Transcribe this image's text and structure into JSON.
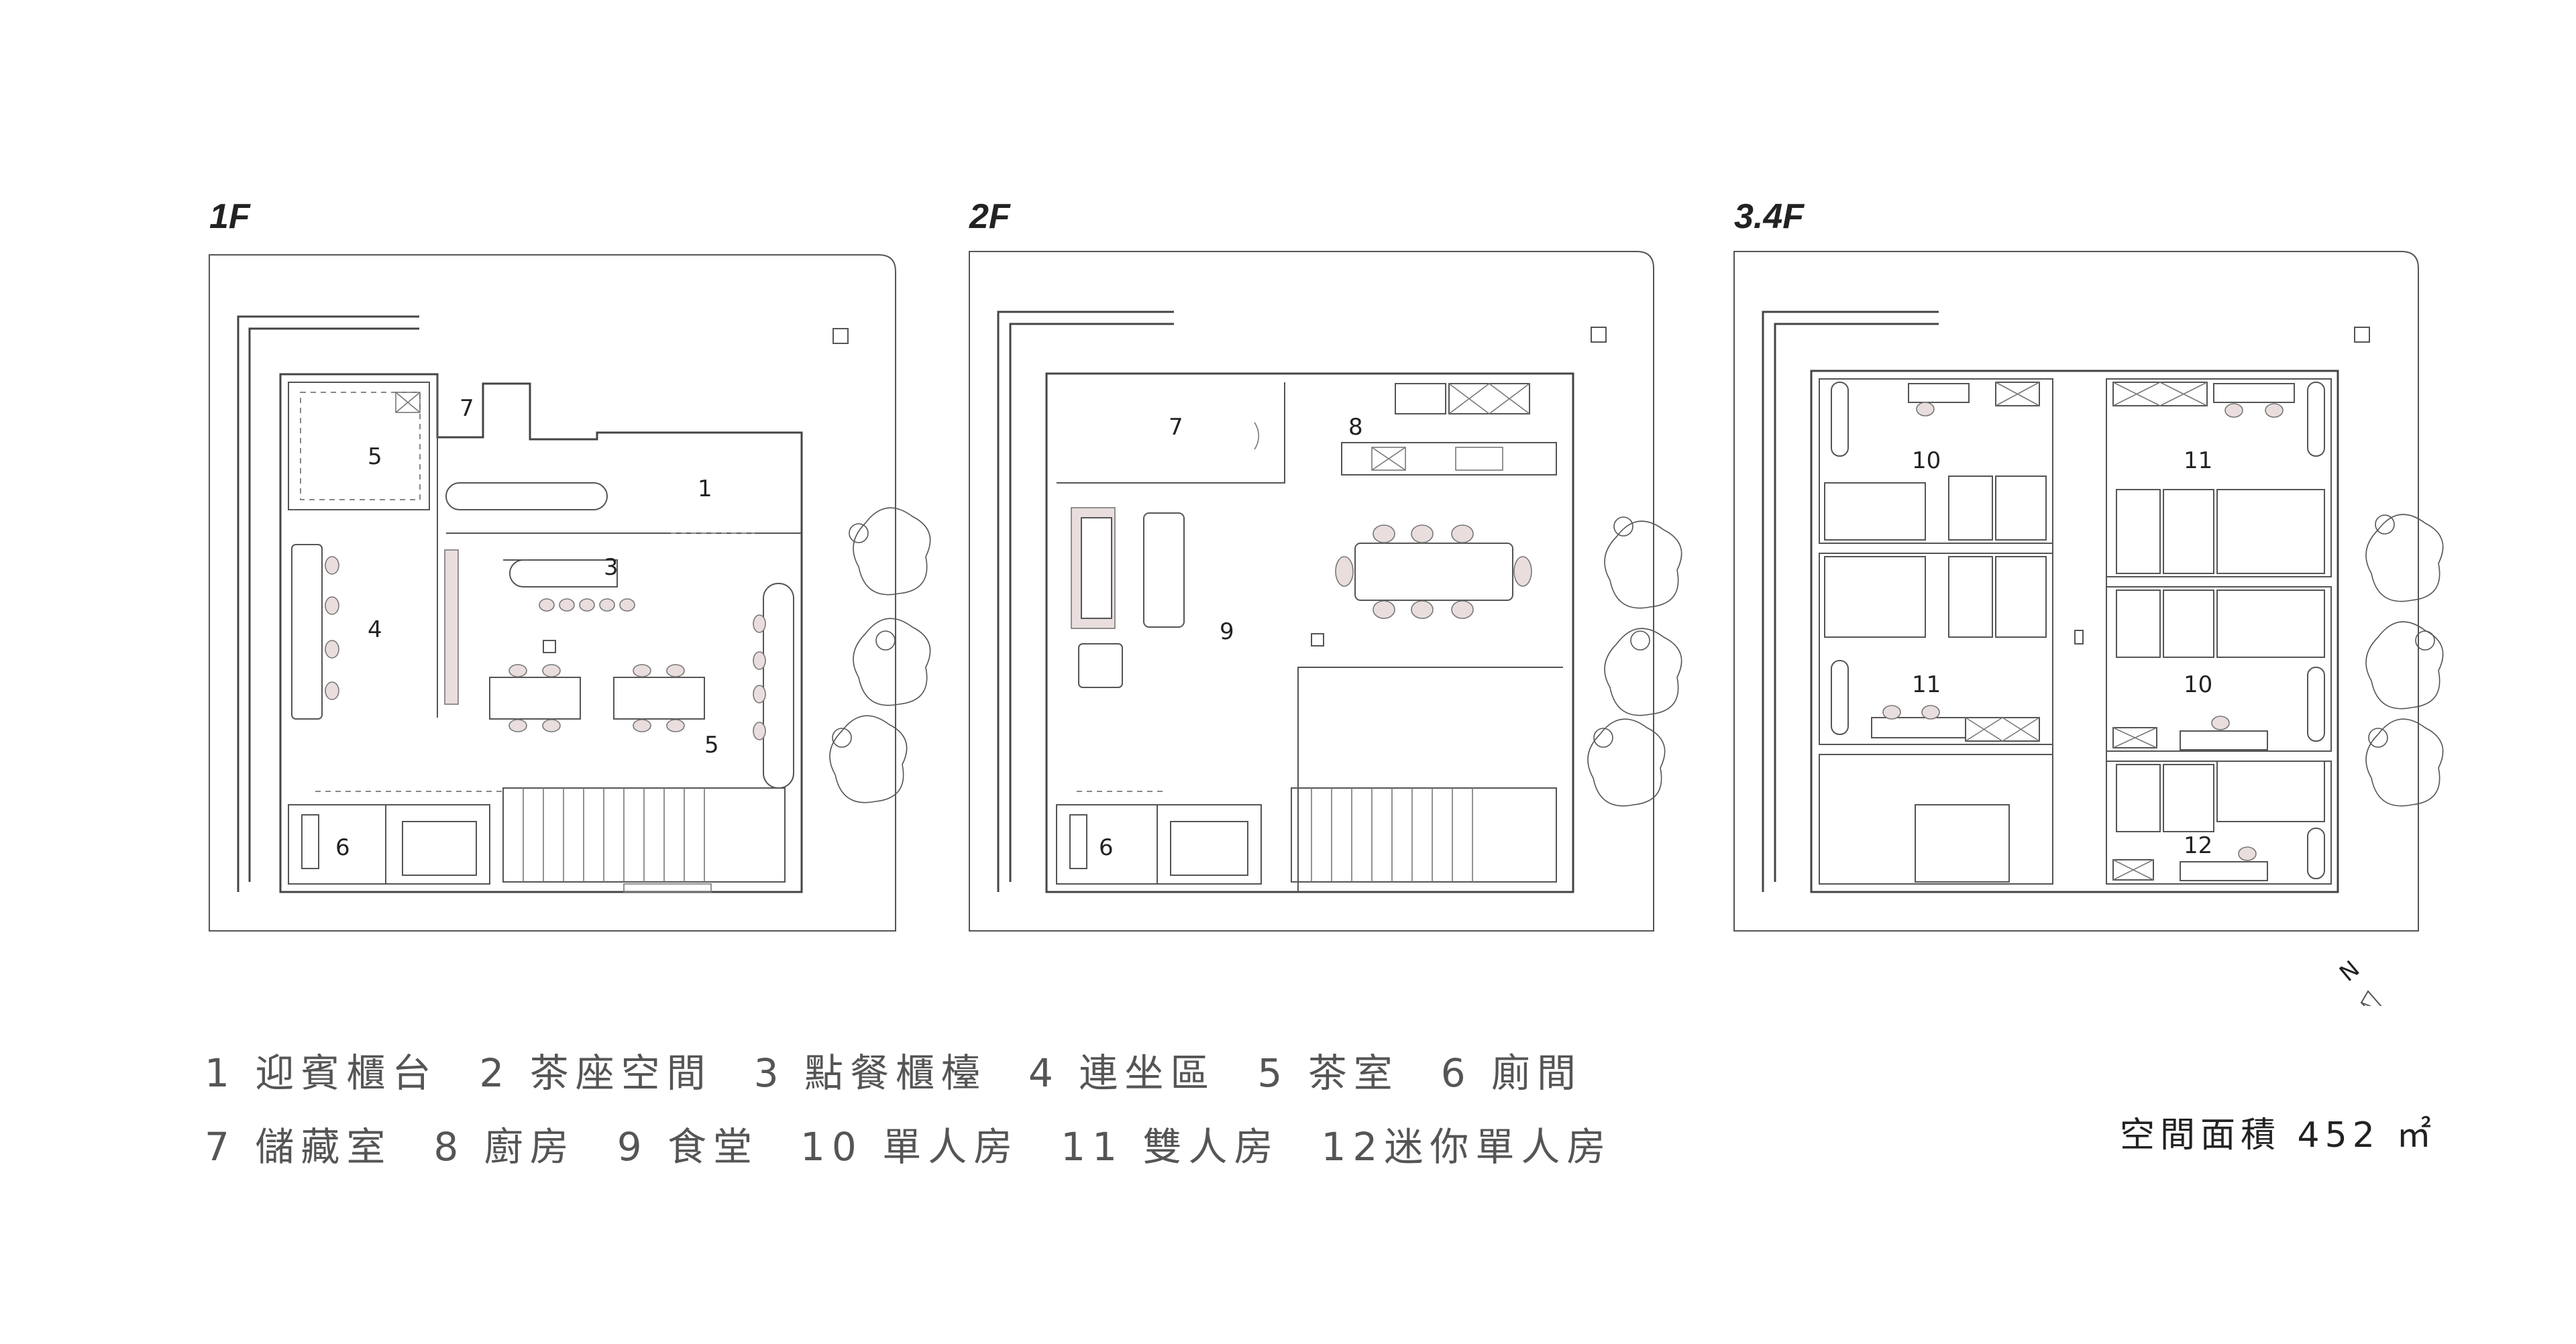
{
  "floors": [
    {
      "title": "1F",
      "room_labels": [
        "1",
        "3",
        "4",
        "5",
        "5",
        "6",
        "7"
      ]
    },
    {
      "title": "2F",
      "room_labels": [
        "6",
        "7",
        "8",
        "9"
      ]
    },
    {
      "title": "3.4F",
      "room_labels": [
        "10",
        "10",
        "11",
        "11",
        "12"
      ]
    }
  ],
  "legend": {
    "row1": [
      "1 迎賓櫃台",
      "2 茶座空間",
      "3 點餐櫃檯",
      "4 連坐區",
      "5 茶室",
      "6 廁間"
    ],
    "row2": [
      "7 儲藏室",
      "8 廚房",
      "9 食堂",
      "10 單人房",
      "11 雙人房",
      "12迷你單人房"
    ]
  },
  "area": {
    "label": "空間面積 452 ㎡"
  },
  "compass": {
    "label": "N"
  },
  "colors": {
    "furniture": "#e9dedd",
    "lines": "#444444",
    "legend_text": "#555555"
  }
}
